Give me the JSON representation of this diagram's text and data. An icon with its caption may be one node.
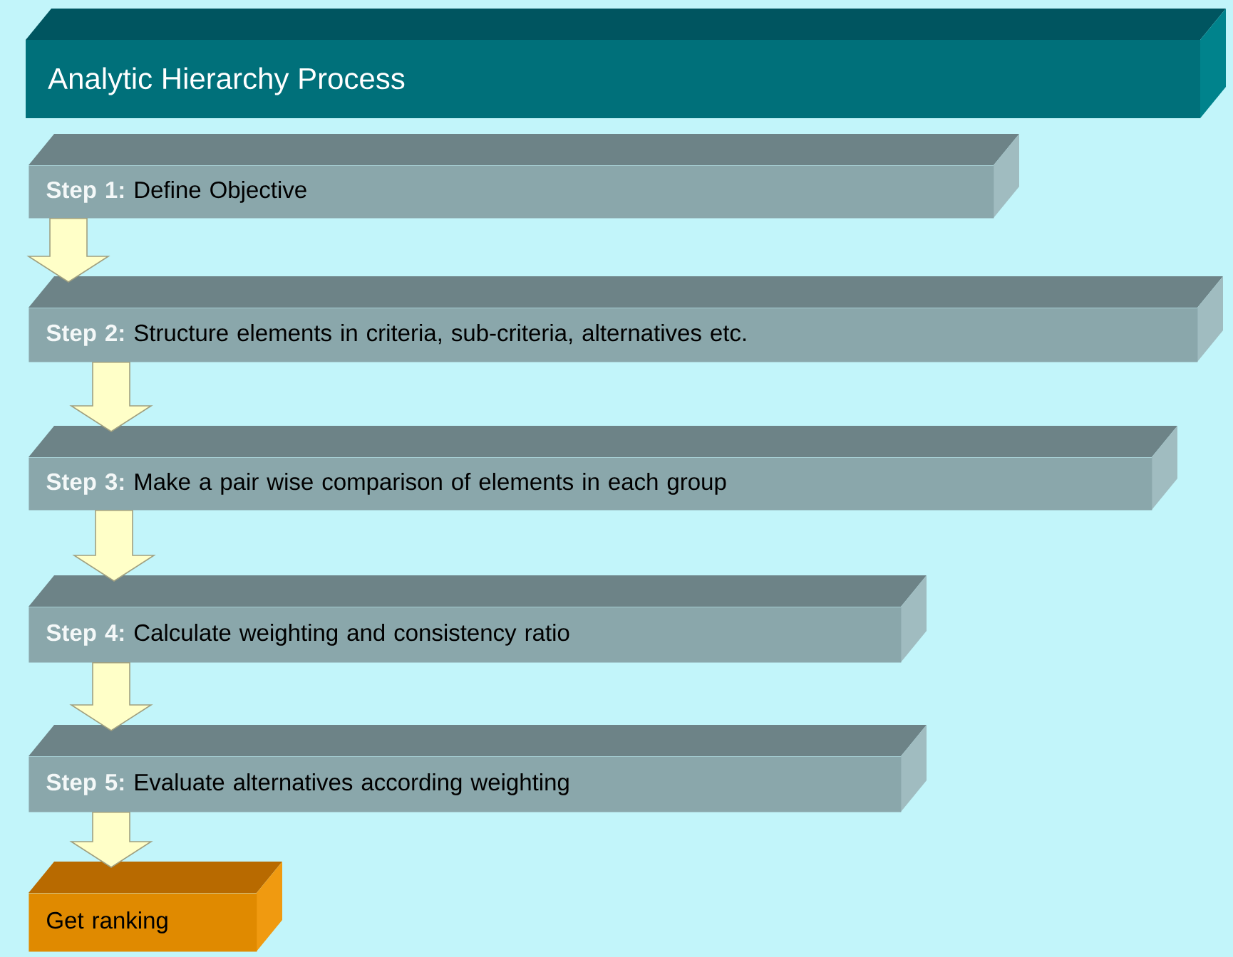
{
  "diagram": {
    "title": "Analytic Hierarchy Process",
    "nodes": [
      {
        "text": [
          "Step 1:",
          "Define Objective"
        ]
      },
      {
        "text": [
          "Step 2:",
          "Structure elements in criteria, sub-criteria, alternatives etc."
        ]
      },
      {
        "text": [
          "Step 3:",
          "Make a pair wise comparison of elements in each group"
        ]
      },
      {
        "text": [
          "Step 4:",
          "Calculate weighting and consistency ratio"
        ]
      },
      {
        "text": [
          "Step 5:",
          "Evaluate alternatives according weighting"
        ]
      },
      {
        "text": [
          "Get ranking"
        ]
      }
    ],
    "edges": [
      {
        "from": 0,
        "to": 1,
        "arrow": "to"
      },
      {
        "from": 1,
        "to": 2,
        "arrow": "to"
      },
      {
        "from": 2,
        "to": 3,
        "arrow": "to"
      },
      {
        "from": 3,
        "to": 4,
        "arrow": "to"
      },
      {
        "from": 4,
        "to": 5,
        "arrow": "to"
      }
    ]
  }
}
